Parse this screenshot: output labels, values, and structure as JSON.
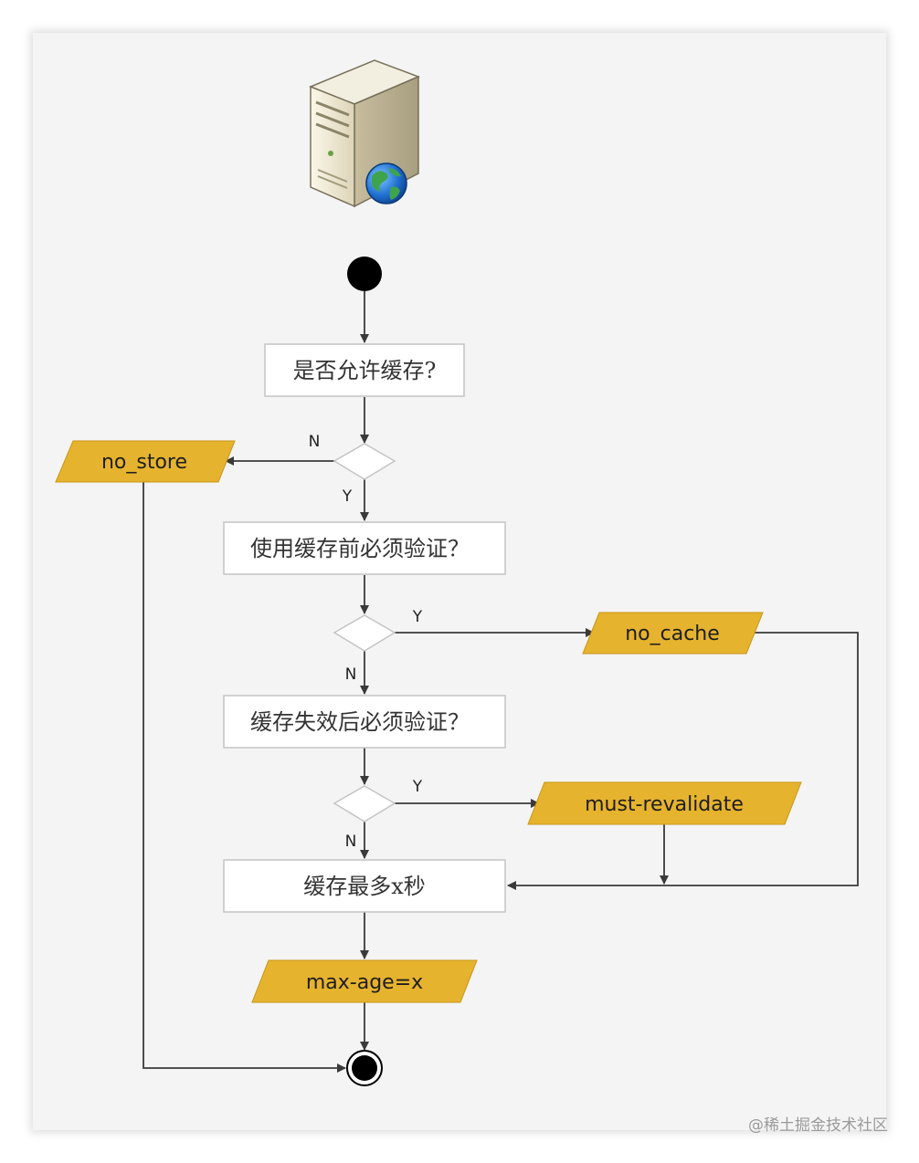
{
  "diagram": {
    "steps": {
      "allow_cache": "是否允许缓存?",
      "validate_before_use": "使用缓存前必须验证？",
      "validate_after_expire": "缓存失效后必须验证？",
      "cache_max_seconds": "缓存最多x秒"
    },
    "outputs": {
      "no_store": "no_store",
      "no_cache": "no_cache",
      "must_revalidate": "must-revalidate",
      "max_age": "max-age=x"
    },
    "edge_labels": {
      "d1_no": "N",
      "d1_yes": "Y",
      "d2_yes": "Y",
      "d2_no": "N",
      "d3_yes": "Y",
      "d3_no": "N"
    }
  },
  "watermark": "@稀土掘金技术社区",
  "colors": {
    "output_fill": "#e6b32e",
    "box_fill": "#ffffff",
    "background": "#f4f4f4"
  },
  "icons": {
    "server": "server-globe-icon"
  }
}
